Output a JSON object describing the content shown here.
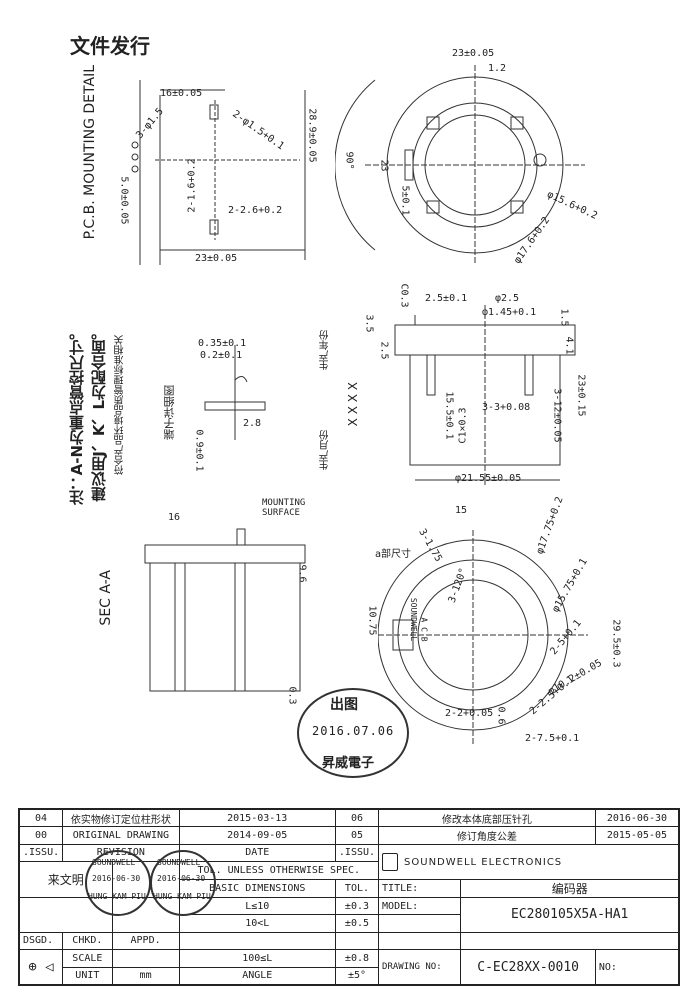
{
  "header": {
    "title": "文件发行"
  },
  "pcb": {
    "label": "P.C.B. MOUNTING DETAIL",
    "dims": [
      "16±0.05",
      "3-φ1.5",
      "2-φ1.5+0.1",
      "28.9±0.05",
      "2-1.6+0.2",
      "2-2.6+0.2",
      "5.0±0.05",
      "23±0.05"
    ]
  },
  "topview": {
    "dims": [
      "23±0.05",
      "1.2",
      "90°",
      "23",
      "5±0.1",
      "φ15.6+0.2",
      "φ17.6+0.2"
    ]
  },
  "sideview": {
    "dims": [
      "C0.3",
      "2.5±0.1",
      "φ2.5",
      "φ1.45+0.1",
      "3.5",
      "2.5",
      "1.5",
      "4.1",
      "23±0.15",
      "3-3+0.08",
      "3-12±0.05",
      "15.5±0.1",
      "C1×0.3",
      "φ21.55±0.05"
    ]
  },
  "terminal": {
    "label": "端子详细图",
    "dims": [
      "0.35±0.1",
      "0.2±0.1",
      "2.8",
      "0.9±0.1"
    ]
  },
  "notes": {
    "note1": "注：A-N为重点管控尺寸。",
    "note2": "建议用J、K、L为配合面。",
    "side_note": "符合产品环境品质管理标准相关",
    "year_label": "生产年份",
    "month_label": "生产月份",
    "date_code": "X X X X"
  },
  "section": {
    "label": "SEC A-A",
    "mounting": "MOUNTING SURFACE",
    "dims": [
      "16",
      "9.6",
      "0.3"
    ]
  },
  "bottomview": {
    "brand": "SOUNDWELL",
    "terms": "A C B",
    "dims": [
      "15",
      "φ17.75+0.2",
      "3-1.75",
      "a部尺寸",
      "φ15.75+0.1",
      "29.5±0.3",
      "10.75",
      "2-5+0.1",
      "φ10.2±0.05",
      "2-2.5+0.1",
      "2-2+0.05",
      "0.6",
      "2-7.5+0.1",
      "3-120°"
    ]
  },
  "stamp": {
    "top": "出图",
    "date": "2016.07.06",
    "bottom": "昇威電子"
  },
  "titleblock": {
    "rev_rows": [
      {
        "no": "04",
        "desc": "依实物修订定位柱形状",
        "date": "2015-03-13",
        "no2": "06",
        "desc2": "修改本体底部压针孔",
        "date2": "2016-06-30"
      },
      {
        "no": "00",
        "desc": "ORIGINAL  DRAWING",
        "date": "2014-09-05",
        "no2": "05",
        "desc2": "修订角度公差",
        "date2": "2015-05-05"
      }
    ],
    "issu": ".ISSU.",
    "revision": "REVISION",
    "date_h": "DATE",
    "issu2": ".ISSU.",
    "company": "SOUNDWELL ELECTRONICS",
    "logo_text": "SOUNDWELL",
    "tol_head": "TOL. UNLESS OTHERWISE  SPEC.",
    "basic": "BASIC DIMENSIONS",
    "tol": "TOL.",
    "title_label": "TITLE:",
    "title": "编码器",
    "model_label": "MODEL:",
    "model": "EC280105X5A-HA1",
    "drawing_label": "DRAWING NO:",
    "drawing": "C-EC28XX-0010",
    "no_label": "NO:",
    "laiwen": "来文明",
    "dsgd": "DSGD.",
    "chkd": "CHKD.",
    "appd": "APPD.",
    "scale": "SCALE",
    "unit": "UNIT",
    "unit_val": "mm",
    "angle": "ANGLE",
    "tols": [
      {
        "dim": "L≤10",
        "val": "±0.3"
      },
      {
        "dim": "10<L",
        "val": "±0.5"
      },
      {
        "dim": "100≤L",
        "val": "±0.8"
      },
      {
        "dim": "ANGLE",
        "val": "±5°"
      }
    ],
    "stamp1": {
      "top": "SOUNDWELL",
      "date": "2016-06-30",
      "bottom": "HUNG KAM PIU"
    },
    "stamp2": {
      "top": "SOUNDWELL",
      "date": "2016-06-30",
      "bottom": "HUNG KAM PIU"
    }
  }
}
